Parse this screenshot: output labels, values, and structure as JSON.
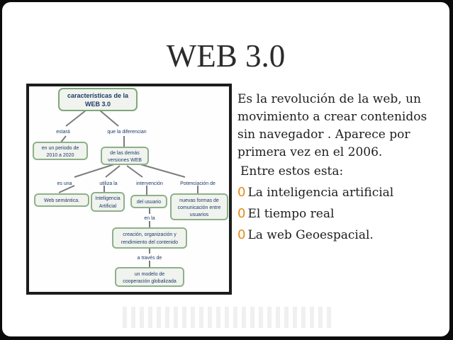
{
  "slide": {
    "title": "WEB 3.0"
  },
  "concept_map": {
    "title_line1": "características de la",
    "title_line2": "WEB 3.0",
    "link_estara": "estará",
    "link_diferencian": "que la diferencian",
    "node_periodo_line1": "en un periodo de",
    "node_periodo_line2": "2010 a 2020",
    "node_versiones_line1": "de las demás",
    "node_versiones_line2": "versiones WEB",
    "link_es_una": "es una",
    "link_utiliza": "utiliza la",
    "link_intervencion": "intervención",
    "link_potenciacion": "Potenciación de",
    "node_semantica": "Web semántica.",
    "node_ia_line1": "Inteligencia",
    "node_ia_line2": "Artificial",
    "node_usuario": "del usuario",
    "node_nuevas_line1": "nuevas formas de",
    "node_nuevas_line2": "comunicación entre",
    "node_nuevas_line3": "usuarios",
    "link_en_la": "en la",
    "node_creacion_line1": "creación, organización y",
    "node_creacion_line2": "rendimiento del contenido",
    "link_a_traves": "a través de",
    "node_modelo_line1": "un modelo de",
    "node_modelo_line2": "cooperación globalizada"
  },
  "text": {
    "paragraph": "Es la revolución de la web, un movimiento a crear contenidos sin navegador . Aparece por primera vez en el 2006.",
    "intro": "Entre estos esta:",
    "bullet_symbol": "0",
    "bullets": [
      "La inteligencia artificial",
      "El tiempo real",
      "La web Geoespacial."
    ]
  },
  "colors": {
    "bullet": "#e6891a",
    "node_border": "#8fb08a",
    "node_text": "#1f3a66"
  }
}
